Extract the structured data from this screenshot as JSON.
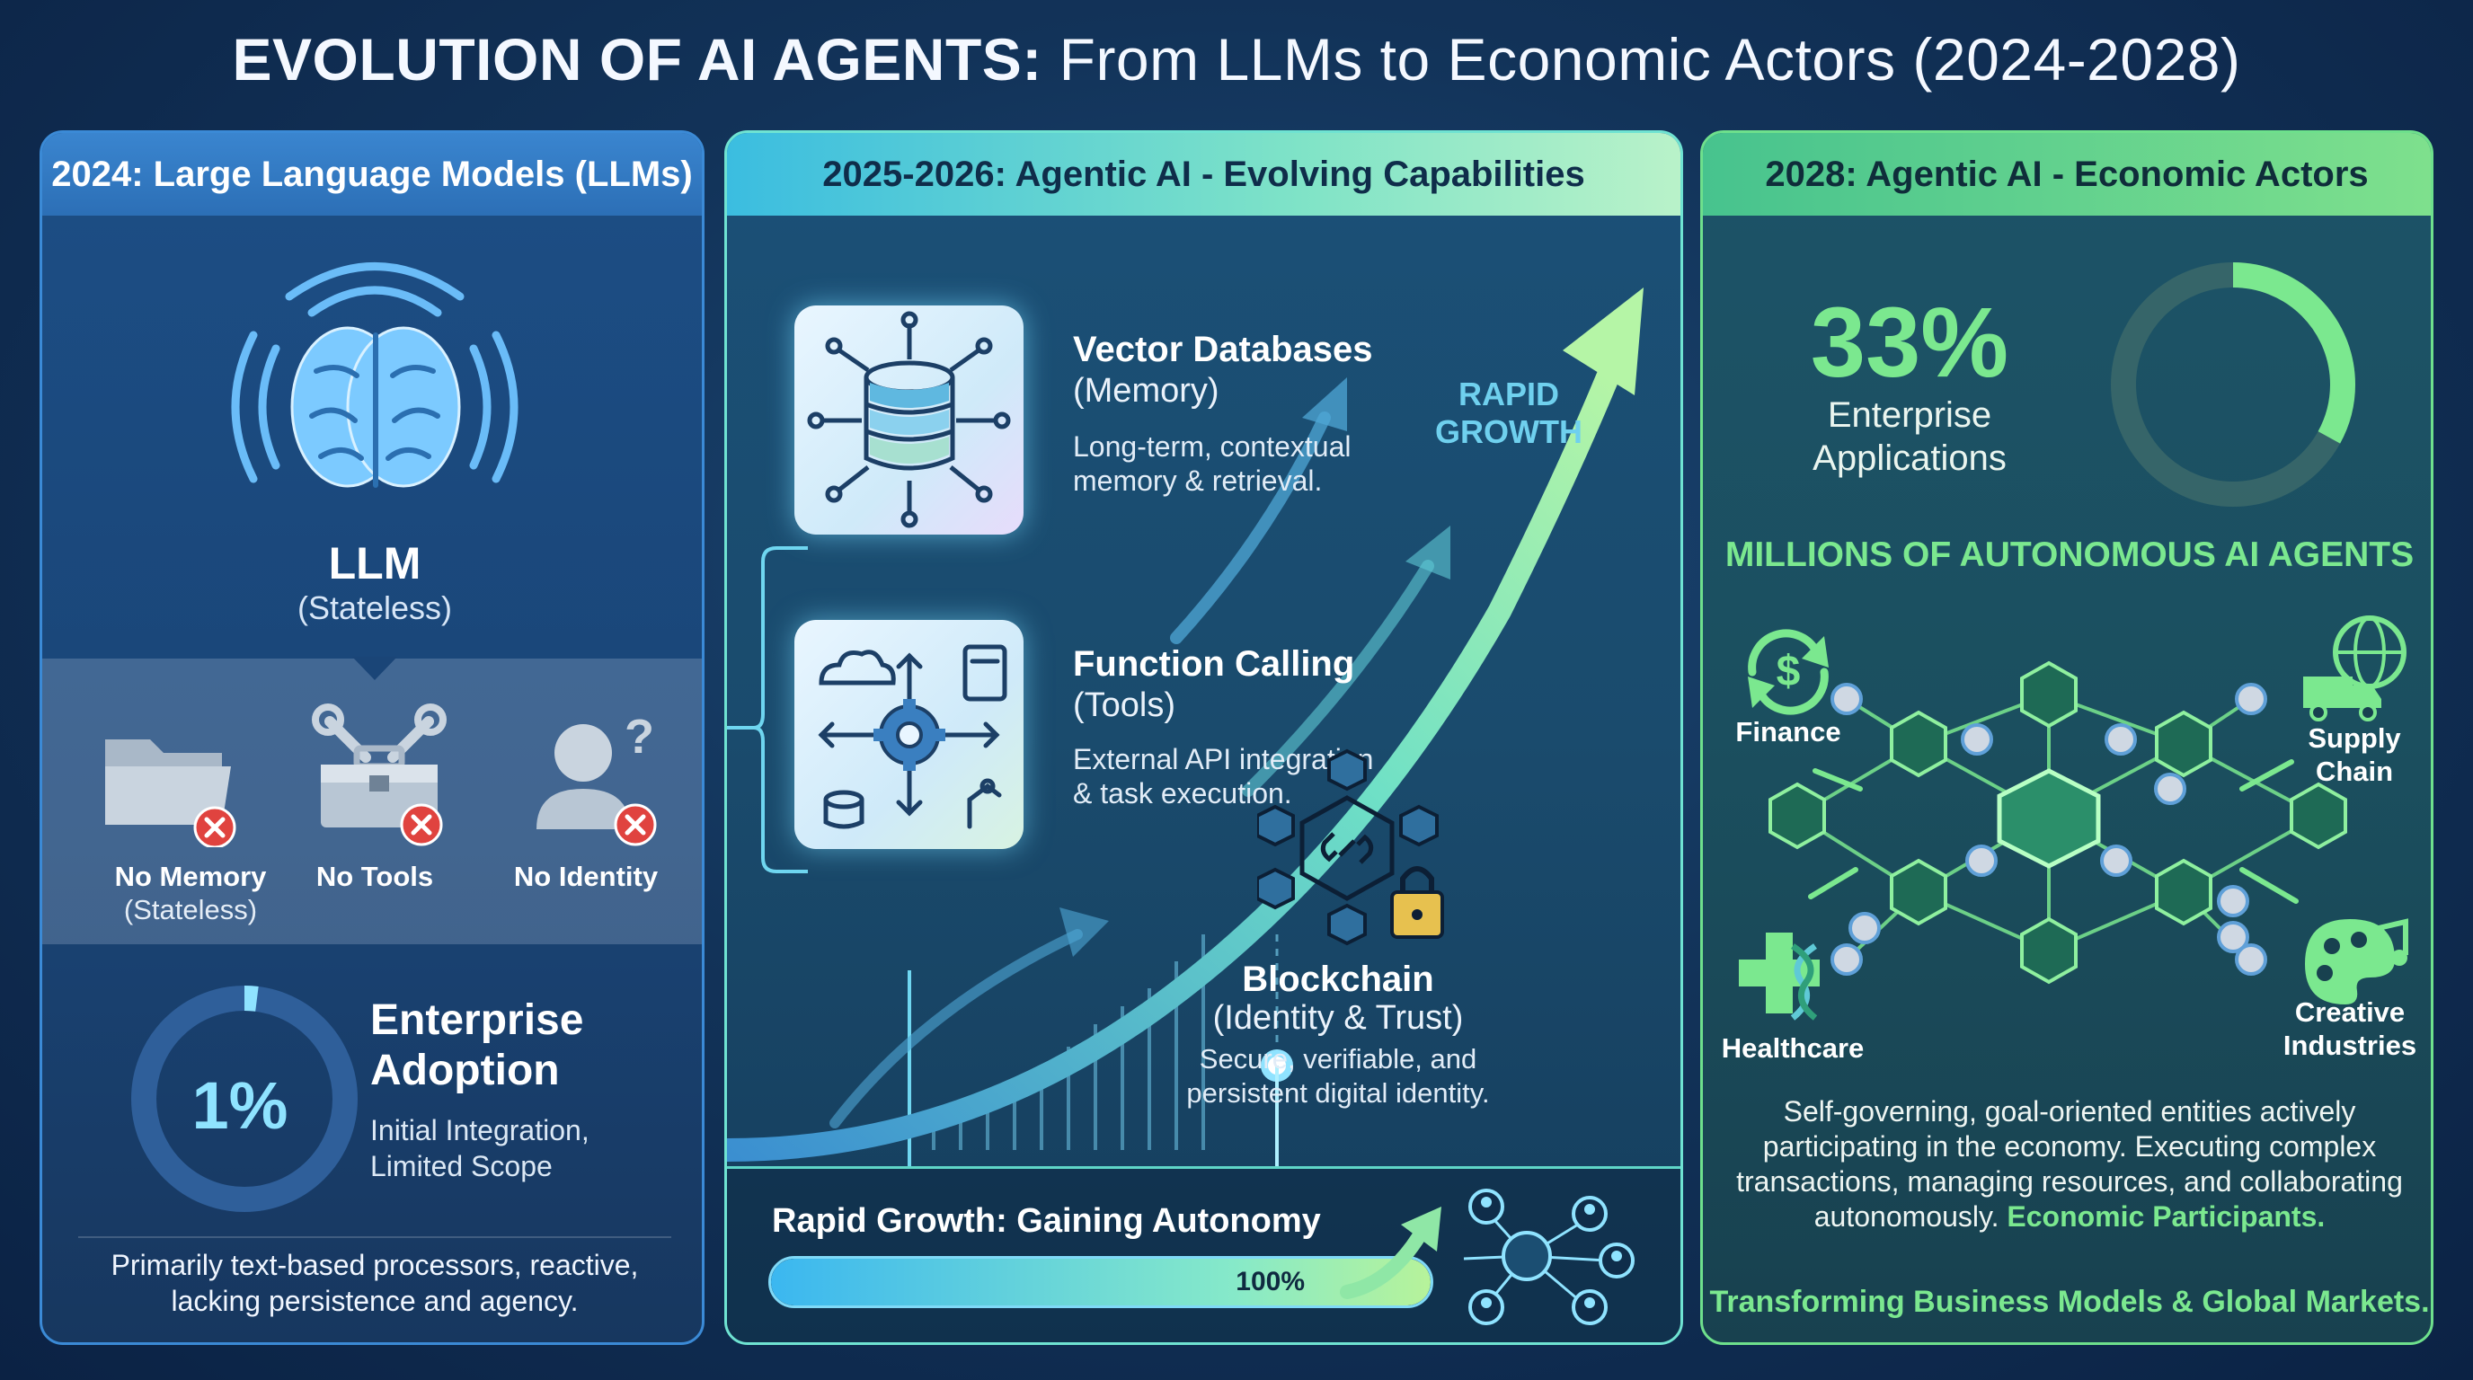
{
  "title": {
    "bold": "EVOLUTION OF AI AGENTS:",
    "rest": "From LLMs to Economic Actors (2024-2028)"
  },
  "panel_2024": {
    "header": "2024: Large Language Models (LLMs)",
    "llm_label": "LLM",
    "llm_sub": "(Stateless)",
    "limitations": [
      {
        "label": "No Memory",
        "sub": "(Stateless)",
        "icon": "folder-icon"
      },
      {
        "label": "No Tools",
        "sub": "",
        "icon": "toolbox-icon"
      },
      {
        "label": "No Identity",
        "sub": "",
        "icon": "person-question-icon"
      }
    ],
    "adoption": {
      "percent": "1%",
      "fraction": 0.01,
      "title_line1": "Enterprise",
      "title_line2": "Adoption",
      "sub_line1": "Initial Integration,",
      "sub_line2": "Limited Scope"
    },
    "footer_line1": "Primarily text-based processors, reactive,",
    "footer_line2": "lacking persistence and agency."
  },
  "panel_2025": {
    "header": "2025-2026: Agentic AI - Evolving Capabilities",
    "capabilities": [
      {
        "title": "Vector Databases",
        "sub": "(Memory)",
        "desc_line1": "Long-term, contextual",
        "desc_line2": "memory & retrieval.",
        "icon": "database-network-icon"
      },
      {
        "title": "Function Calling",
        "sub": "(Tools)",
        "desc_line1": "External API integration",
        "desc_line2": "& task execution.",
        "icon": "gear-tools-icon"
      },
      {
        "title": "Blockchain",
        "sub": "(Identity & Trust)",
        "desc_line1": "Secure, verifiable, and",
        "desc_line2": "persistent digital identity.",
        "icon": "blockchain-lock-icon"
      }
    ],
    "rapid_growth_line1": "RAPID",
    "rapid_growth_line2": "GROWTH",
    "progress": {
      "label": "Rapid Growth: Gaining Autonomy",
      "value": "100%",
      "fraction": 1.0
    }
  },
  "panel_2028": {
    "header": "2028: Agentic AI - Economic Actors",
    "stat": {
      "percent": "33%",
      "fraction": 0.33,
      "label_line1": "Enterprise",
      "label_line2": "Applications"
    },
    "millions": "MILLIONS OF AUTONOMOUS AI AGENTS",
    "sectors": [
      {
        "line1": "Finance",
        "line2": "",
        "icon": "dollar-cycle-icon"
      },
      {
        "line1": "Supply",
        "line2": "Chain",
        "icon": "globe-truck-icon"
      },
      {
        "line1": "Healthcare",
        "line2": "",
        "icon": "medical-cross-icon"
      },
      {
        "line1": "Creative",
        "line2": "Industries",
        "icon": "palette-music-icon"
      }
    ],
    "desc_line1": "Self-governing, goal-oriented entities actively",
    "desc_line2": "participating in the economy. Executing complex",
    "desc_line3": "transactions, managing resources, and collaborating",
    "desc_line4_plain": "autonomously.",
    "desc_line4_highlight": "Economic Participants.",
    "footer": "Transforming Business Models & Global Markets."
  },
  "colors": {
    "accent_green": "#7be88f",
    "accent_cyan": "#8fe3ff",
    "panel1_border": "#3b8ad6",
    "panel2_border": "#6fe3d2",
    "panel3_border": "#6ee08c",
    "error_red": "#e0433f"
  }
}
